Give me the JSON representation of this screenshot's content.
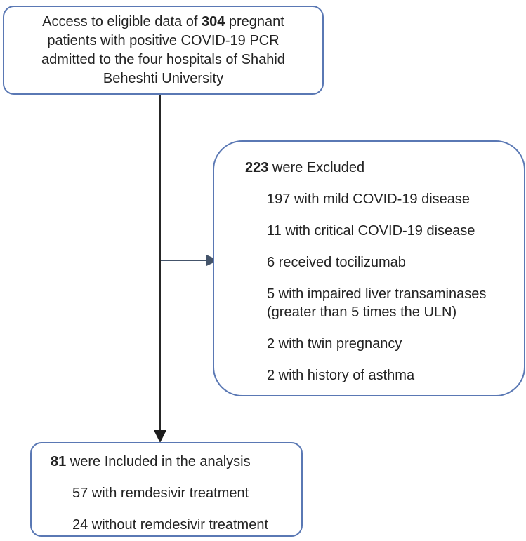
{
  "flowchart": {
    "top_box": {
      "lines": [
        {
          "pre": "Access to eligible data of ",
          "bold": "304",
          "post": " pregnant"
        },
        {
          "pre": "patients with positive COVID-19 PCR"
        },
        {
          "pre": "admitted to the four hospitals of Shahid"
        },
        {
          "pre": "Beheshti University"
        }
      ]
    },
    "excluded_box": {
      "title": {
        "bold": "223",
        "rest": " were Excluded"
      },
      "items": [
        "197 with mild COVID-19 disease",
        "11 with critical COVID-19 disease",
        "6 received tocilizumab",
        "5 with impaired liver transaminases (greater than 5 times the ULN)",
        "2 with twin pregnancy",
        "2 with history of asthma"
      ]
    },
    "included_box": {
      "title": {
        "bold": "81",
        "rest": " were Included in the analysis"
      },
      "items": [
        "57 with remdesivir treatment",
        "24 without remdesivir treatment"
      ]
    },
    "colors": {
      "box_border": "#5a78b4",
      "vertical_line": "#262626",
      "branch_connector": "#44546a",
      "text": "#222222",
      "background": "#ffffff"
    }
  }
}
